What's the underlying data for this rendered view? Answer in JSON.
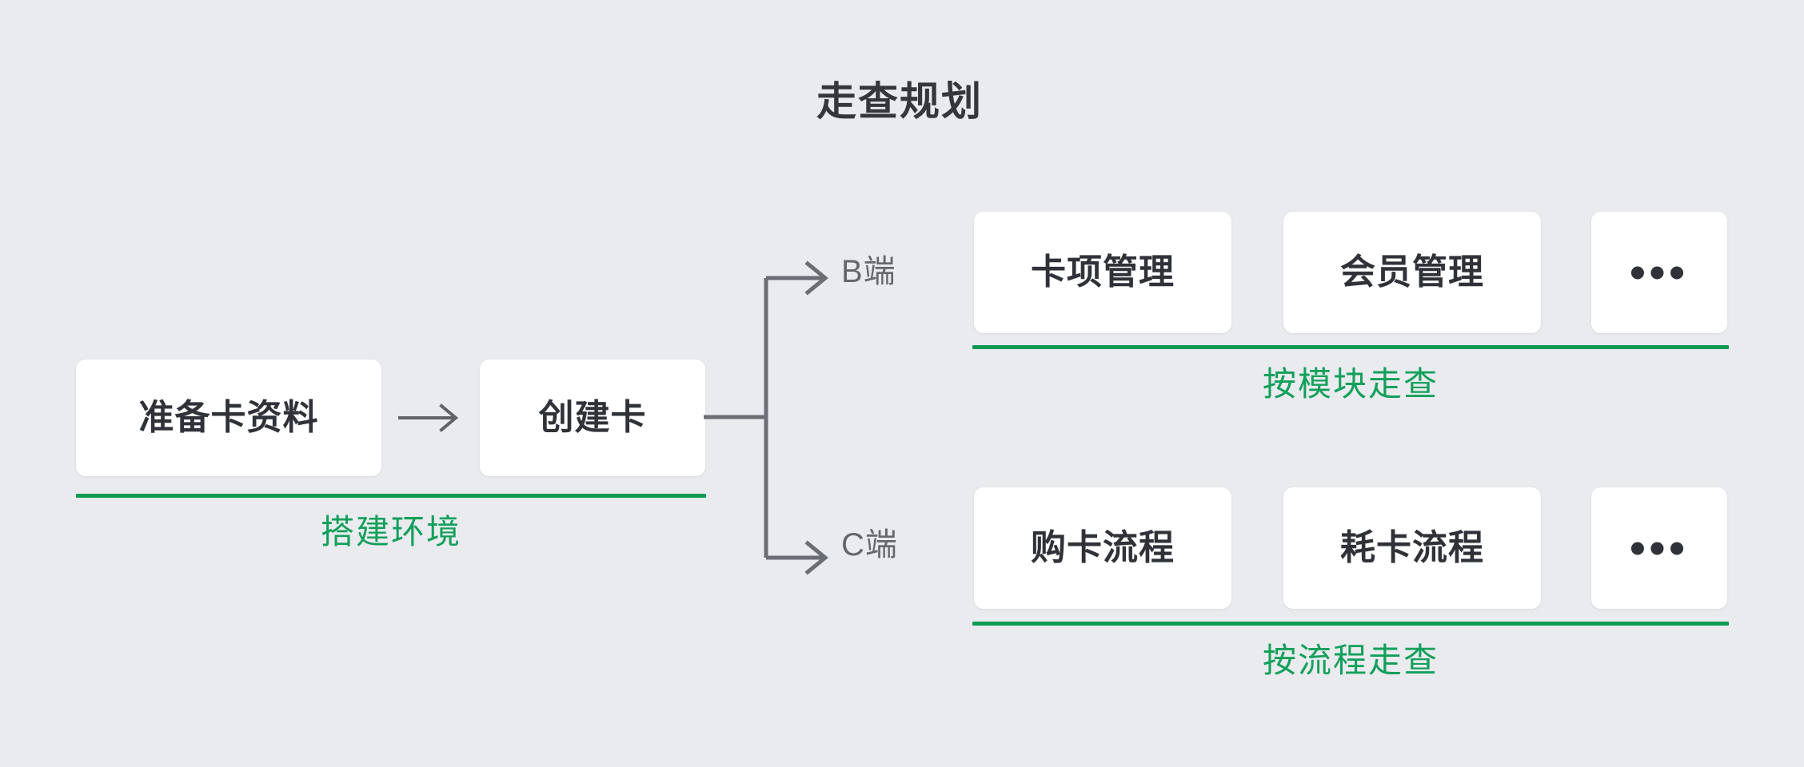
{
  "page": {
    "title": "走查规划",
    "background_color": "#eaebef",
    "accent_green": "#109b52",
    "text_dark": "#2f3238",
    "text_gray": "#64686e"
  },
  "setup_stage": {
    "cards": [
      {
        "label": "准备卡资料"
      },
      {
        "label": "创建卡"
      }
    ],
    "connector_icon": "right-arrow-icon",
    "caption": "搭建环境"
  },
  "branches": [
    {
      "label": "B端",
      "arrow_icon": "branch-arrow-icon",
      "cards": [
        {
          "label": "卡项管理",
          "kind": "text"
        },
        {
          "label": "会员管理",
          "kind": "text"
        },
        {
          "label": "•••",
          "kind": "ellipsis"
        }
      ],
      "caption": "按模块走查"
    },
    {
      "label": "C端",
      "arrow_icon": "branch-arrow-icon",
      "cards": [
        {
          "label": "购卡流程",
          "kind": "text"
        },
        {
          "label": "耗卡流程",
          "kind": "text"
        },
        {
          "label": "•••",
          "kind": "ellipsis"
        }
      ],
      "caption": "按流程走查"
    }
  ]
}
